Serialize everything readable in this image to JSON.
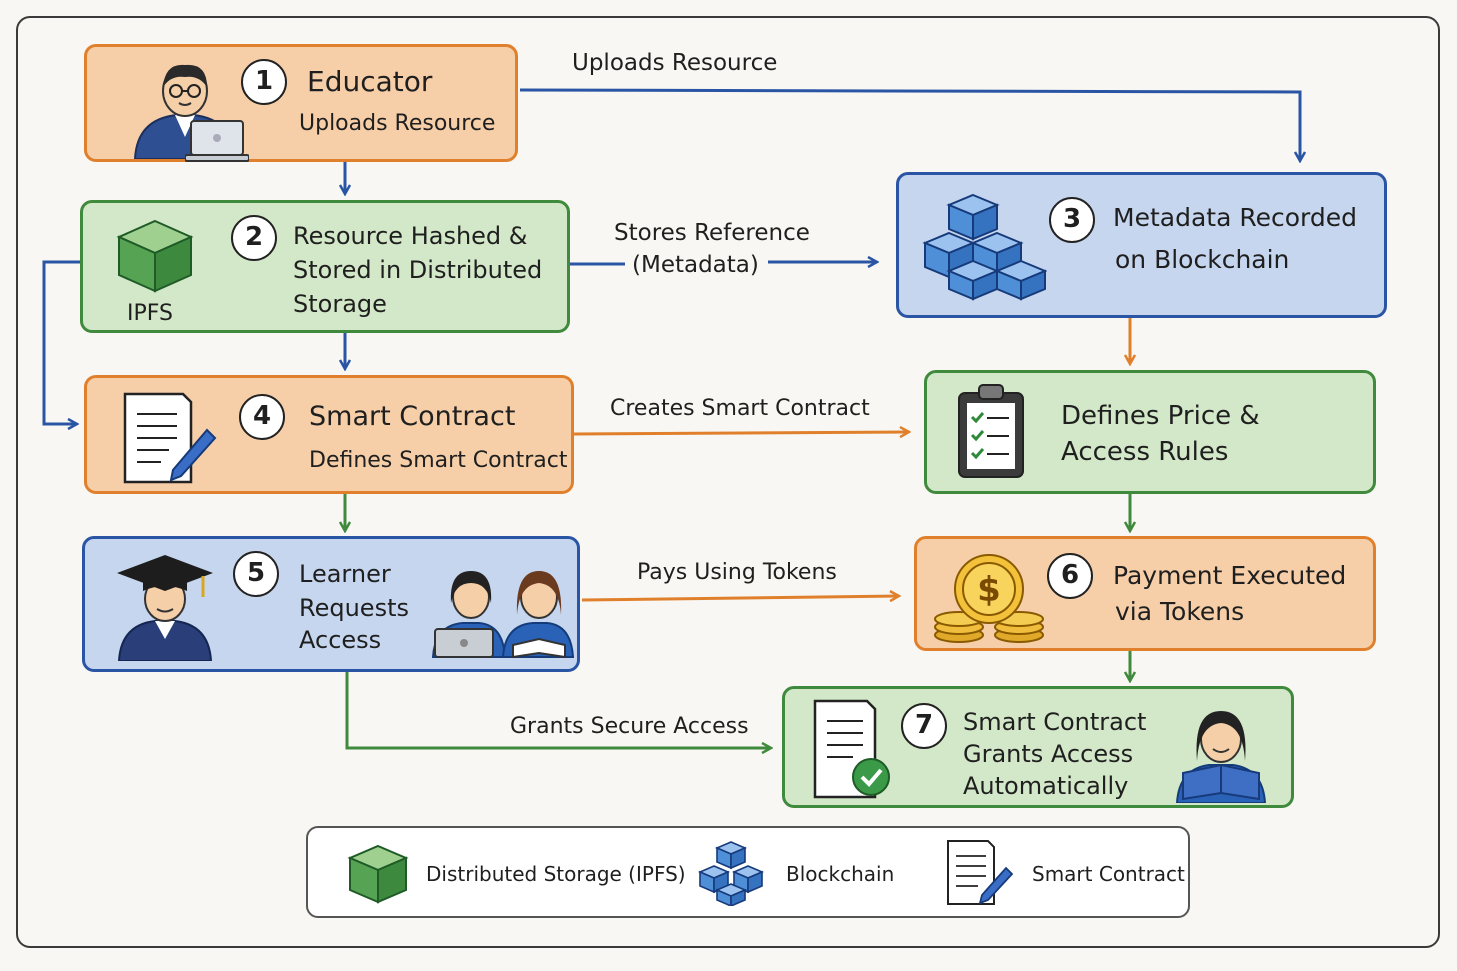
{
  "steps": {
    "s1": {
      "num": "1",
      "title": "Educator",
      "sub": "Uploads Resource"
    },
    "s2": {
      "num": "2",
      "line1": "Resource Hashed &",
      "line2": "Stored in Distributed",
      "line3": "Storage",
      "icon_label": "IPFS"
    },
    "s3": {
      "num": "3",
      "line1": "Metadata Recorded",
      "line2": "on Blockchain"
    },
    "s4": {
      "num": "4",
      "title": "Smart Contract",
      "sub": "Defines Smart Contract"
    },
    "s4b": {
      "line1": "Defines Price &",
      "line2": "Access Rules"
    },
    "s5": {
      "num": "5",
      "line1": "Learner",
      "line2": "Requests",
      "line3": "Access"
    },
    "s6": {
      "num": "6",
      "line1": "Payment Executed",
      "line2": "via Tokens"
    },
    "s7": {
      "num": "7",
      "line1": "Smart Contract",
      "line2": "Grants Access",
      "line3": "Automatically"
    }
  },
  "edges": {
    "uploads": "Uploads Resource",
    "stores_line1": "Stores Reference",
    "stores_line2": "(Metadata)",
    "creates": "Creates Smart Contract",
    "pays": "Pays Using Tokens",
    "grants": "Grants Secure Access"
  },
  "legend": {
    "storage": "Distributed Storage (IPFS)",
    "blockchain": "Blockchain",
    "contract": "Smart Contract"
  },
  "colors": {
    "orange_fill": "#f6cfa9",
    "orange_stroke": "#e0802c",
    "green_fill": "#d3e8c8",
    "green_stroke": "#3f8a3c",
    "blue_fill": "#c6d6ee",
    "blue_stroke": "#2a55a5"
  },
  "icons": [
    "educator-icon",
    "laptop-icon",
    "ipfs-cube-icon",
    "blockchain-blocks-icon",
    "contract-document-icon",
    "clipboard-checklist-icon",
    "graduate-learner-icon",
    "students-icon",
    "gold-coins-icon",
    "approved-document-icon",
    "reading-student-icon"
  ]
}
